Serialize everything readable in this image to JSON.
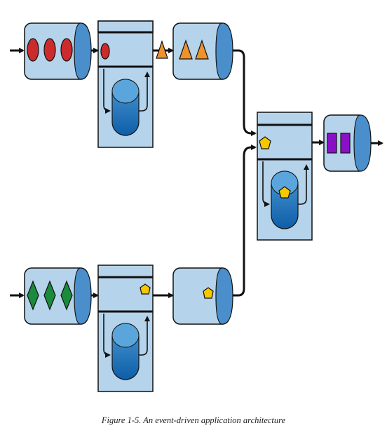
{
  "caption": "Figure 1-5. An event-driven application architecture",
  "colors": {
    "queue_fill": "#b5d3ea",
    "queue_end": "#4a8fcc",
    "processor_fill": "#b5d3ea",
    "store_top": "#4d9ad5",
    "store_bottom": "#0e5ea8",
    "stroke": "#111111",
    "circle_event": "#cc2b2b",
    "triangle_event": "#f0922a",
    "diamond_event": "#1a8a3c",
    "pentagon_event": "#f5c800",
    "square_event": "#8a10c6"
  },
  "diagram": {
    "nodes": [
      {
        "id": "input-queue-top",
        "type": "queue",
        "events": [
          "circle",
          "circle",
          "circle"
        ]
      },
      {
        "id": "processor-top",
        "type": "processor",
        "event": "circle"
      },
      {
        "id": "output-queue-top",
        "type": "queue",
        "events": [
          "triangle",
          "triangle"
        ]
      },
      {
        "id": "input-queue-bottom",
        "type": "queue",
        "events": [
          "diamond",
          "diamond",
          "diamond"
        ]
      },
      {
        "id": "processor-bottom",
        "type": "processor",
        "event": "pentagon"
      },
      {
        "id": "output-queue-bottom",
        "type": "queue",
        "events": [
          "pentagon"
        ]
      },
      {
        "id": "processor-join",
        "type": "processor",
        "event": "pentagon",
        "store_event": "pentagon"
      },
      {
        "id": "final-queue",
        "type": "queue",
        "events": [
          "square",
          "square"
        ]
      }
    ],
    "in_flight_events": [
      "triangle"
    ]
  }
}
